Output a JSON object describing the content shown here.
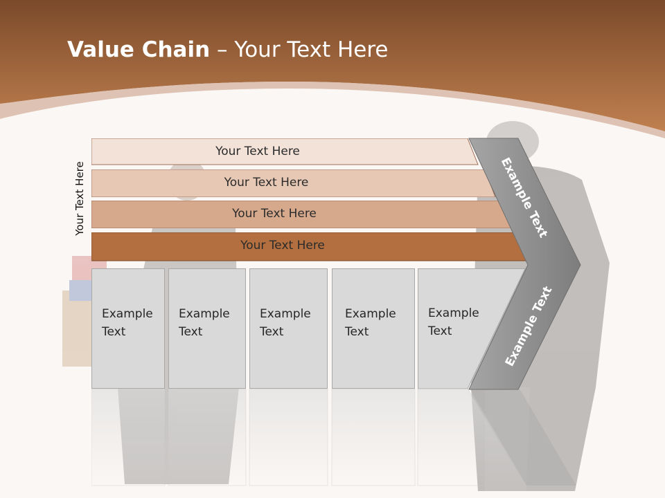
{
  "slide": {
    "title_bold": "Value Chain",
    "title_rest": " – Your Text Here",
    "vertical_label": "Your Text Here"
  },
  "bars": [
    {
      "label": "Your Text Here",
      "color": "#f2e2d8"
    },
    {
      "label": "Your Text Here",
      "color": "#e7c8b4"
    },
    {
      "label": "Your Text Here",
      "color": "#d6a98c"
    },
    {
      "label": "Your Text Here",
      "color": "#b36f3f"
    }
  ],
  "boxes": [
    {
      "line1": "Example",
      "line2": "Text"
    },
    {
      "line1": "Example",
      "line2": "Text"
    },
    {
      "line1": "Example",
      "line2": "Text"
    },
    {
      "line1": "Example",
      "line2": "Text"
    },
    {
      "line1": "Example",
      "line2": "Text"
    }
  ],
  "chevron": {
    "upper_label": "Example Text",
    "lower_label": "Example Text",
    "color": "#8c8c8c"
  },
  "colors": {
    "header_top": "#7b4a2a",
    "header_bottom": "#b97a4b",
    "background": "#fbf7f4",
    "box_fill": "#d9d9d9"
  }
}
